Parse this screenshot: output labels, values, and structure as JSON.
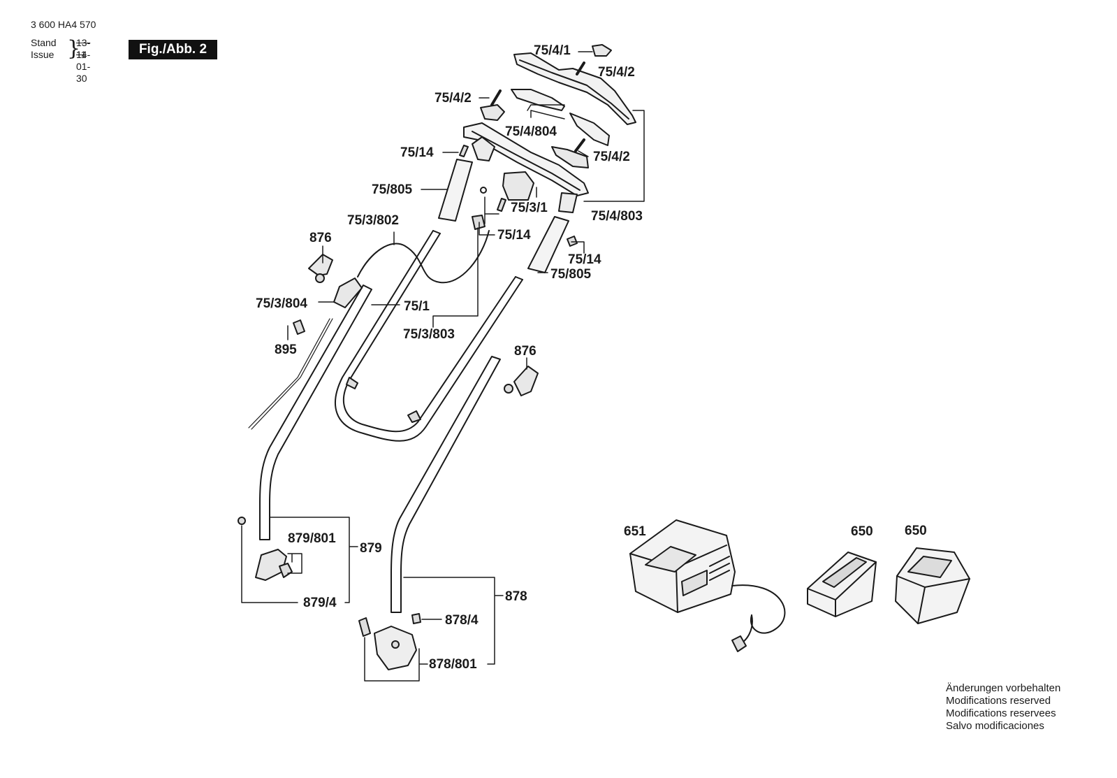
{
  "header": {
    "doc_number": "3 600 HA4 570",
    "stand_label": "Stand",
    "issue_label": "Issue",
    "stand_old": "13-11",
    "stand_new": "14-01-30",
    "figure": "Fig./Abb. 2"
  },
  "labels": {
    "l_75_4_1": "75/4/1",
    "l_75_4_2_a": "75/4/2",
    "l_75_4_2_b": "75/4/2",
    "l_75_4_2_c": "75/4/2",
    "l_75_4_804": "75/4/804",
    "l_75_14_a": "75/14",
    "l_75_14_b": "75/14",
    "l_75_14_c": "75/14",
    "l_75_805_a": "75/805",
    "l_75_805_b": "75/805",
    "l_75_3_1": "75/3/1",
    "l_75_4_803": "75/4/803",
    "l_75_3_802": "75/3/802",
    "l_876_a": "876",
    "l_876_b": "876",
    "l_75_3_804": "75/3/804",
    "l_75_1": "75/1",
    "l_75_3_803": "75/3/803",
    "l_895": "895",
    "l_879_801": "879/801",
    "l_879": "879",
    "l_879_4": "879/4",
    "l_878": "878",
    "l_878_4": "878/4",
    "l_878_801": "878/801",
    "l_651": "651",
    "l_650_a": "650",
    "l_650_b": "650"
  },
  "modifications": {
    "de": "Änderungen vorbehalten",
    "en": "Modifications reserved",
    "fr": "Modifications reservees",
    "es": "Salvo modificaciones"
  }
}
